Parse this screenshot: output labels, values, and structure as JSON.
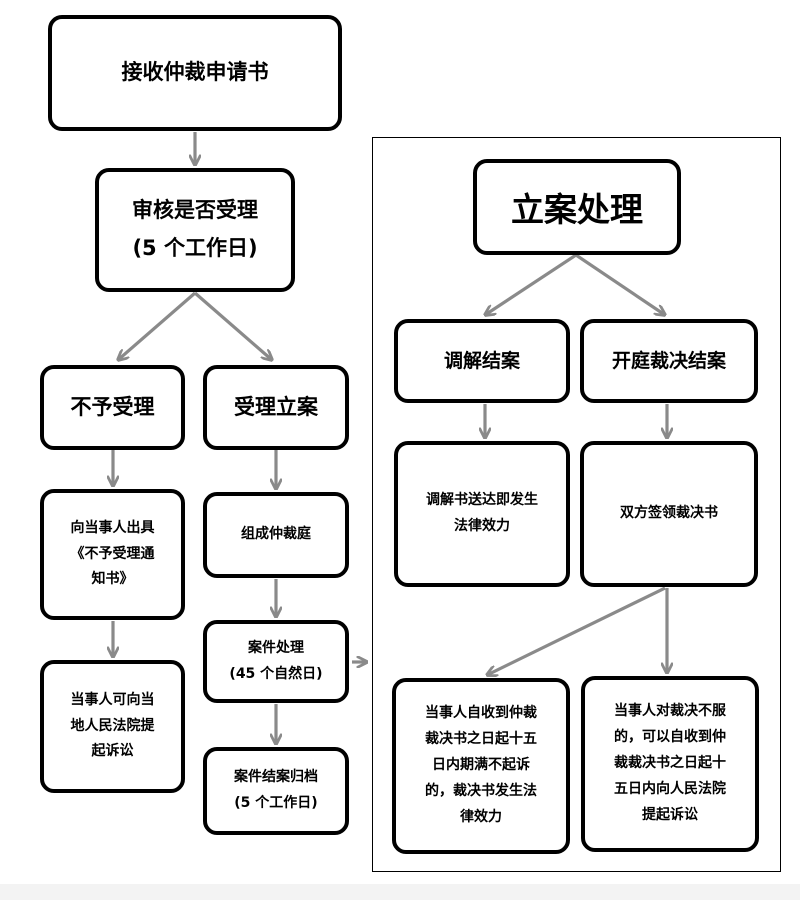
{
  "nodes": {
    "receive": "接收仲裁申请书",
    "review": "审核是否受理\n(5 个工作日)",
    "reject": "不予受理",
    "accept": "受理立案",
    "reject_notice": "向当事人出具\n《不予受理通\n知书》",
    "reject_lawsuit": "当事人可向当\n地人民法院提\n起诉讼",
    "tribunal": "组成仲裁庭",
    "handling": "案件处理\n(45 个自然日)",
    "archive": "案件结案归档\n(5 个工作日)",
    "case_processing": "立案处理",
    "mediation": "调解结案",
    "hearing": "开庭裁决结案",
    "mediation_effect": "调解书送达即发生\n法律效力",
    "sign_award": "双方签领裁决书",
    "award_effect": "当事人自收到仲裁\n裁决书之日起十五\n日内期满不起诉\n的，裁决书发生法\n律效力",
    "award_appeal": "当事人对裁决不服\n的，可以自收到仲\n裁裁决书之日起十\n五日内向人民法院\n提起诉讼"
  },
  "colors": {
    "arrow": "#8a8a8a",
    "border": "#000000"
  }
}
